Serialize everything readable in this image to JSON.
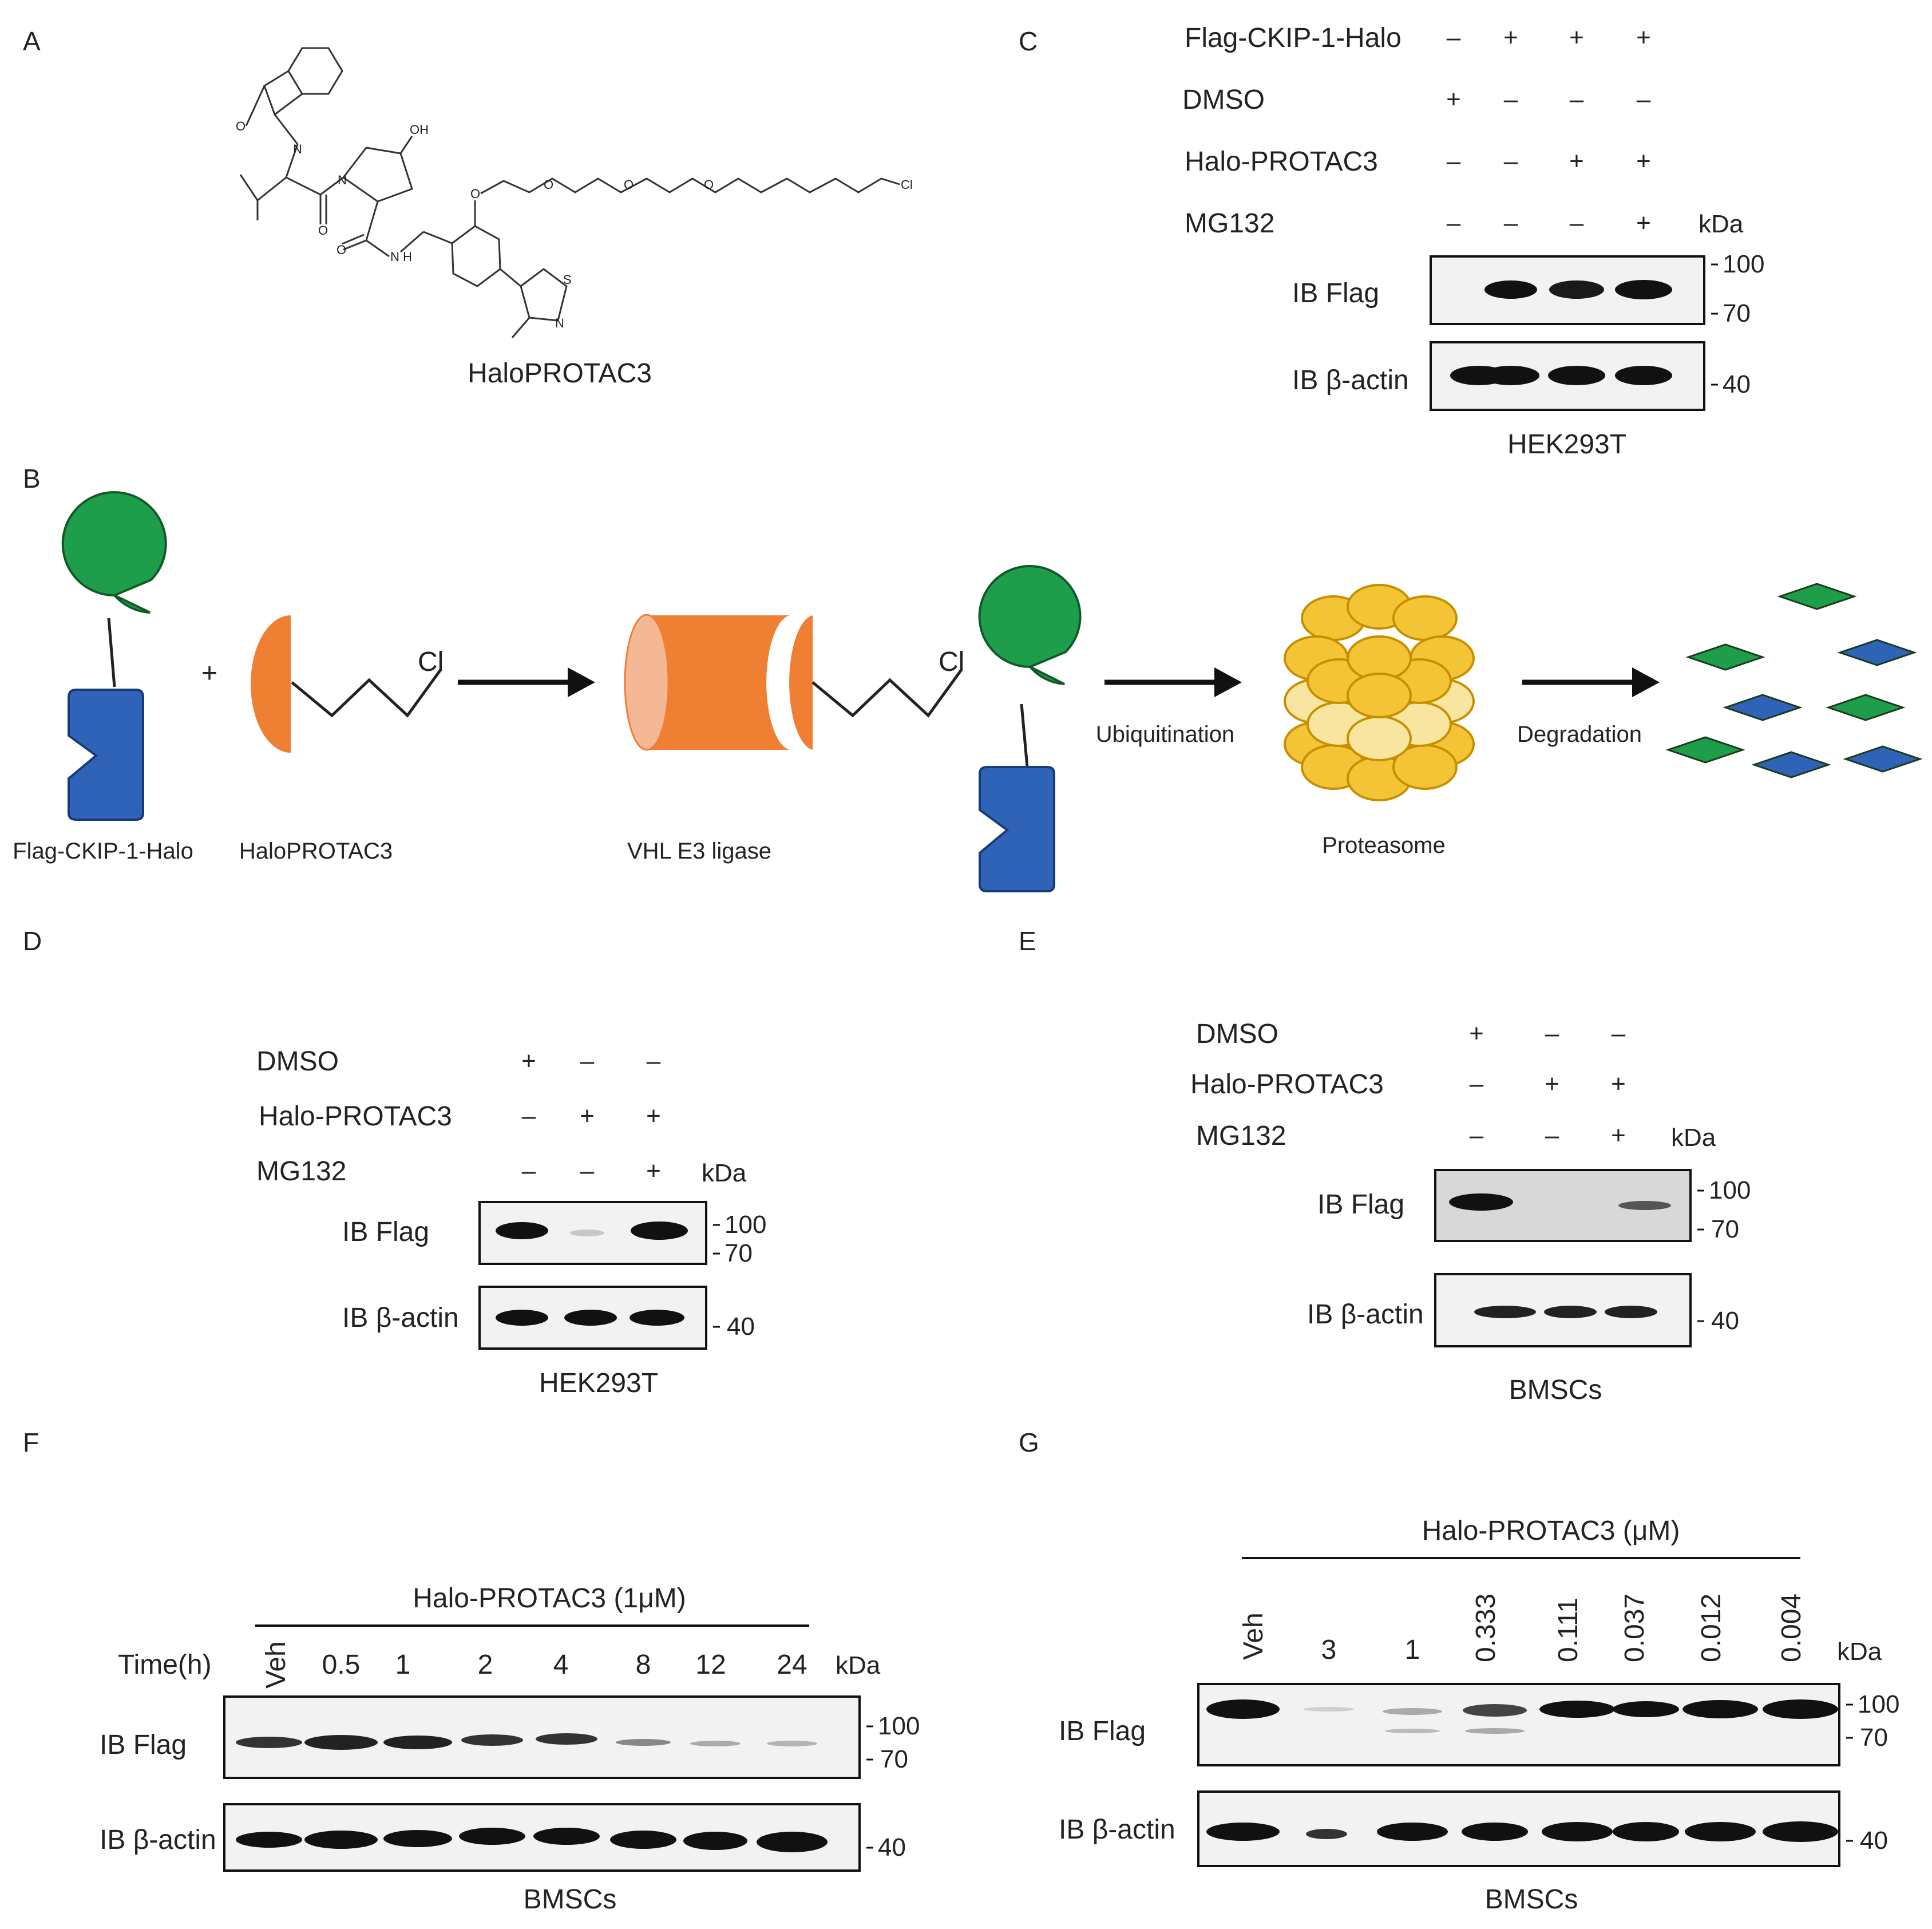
{
  "panels": {
    "A": {
      "letter": "A",
      "compound": "HaloPROTAC3",
      "atoms": {
        "o1": "O",
        "n1": "N",
        "oh": "OH",
        "o2": "O",
        "o3": "O",
        "nh": "N\nH",
        "o4": "O",
        "o5": "O",
        "o6": "O",
        "o7": "O",
        "s": "S",
        "n2": "N",
        "cl": "Cl"
      }
    },
    "B": {
      "letter": "B",
      "plus": "+",
      "labels": [
        "Flag-CKIP-1-Halo",
        "HaloPROTAC3",
        "VHL E3 ligase",
        "Proteasome"
      ],
      "cl_left": "Cl",
      "cl_right": "Cl",
      "arrows": [
        "Ubiquitination",
        "Degradation"
      ],
      "colors": {
        "green": "#1e9e4a",
        "blue": "#2f63b8",
        "orange": "#ef7f32",
        "yellow": "#f3c436"
      }
    },
    "C": {
      "letter": "C",
      "rows": [
        {
          "label": "Flag-CKIP-1-Halo",
          "signs": [
            "–",
            "+",
            "+",
            "+"
          ]
        },
        {
          "label": "DMSO",
          "signs": [
            "+",
            "–",
            "–",
            "–"
          ]
        },
        {
          "label": "Halo-PROTAC3",
          "signs": [
            "–",
            "–",
            "+",
            "+"
          ]
        },
        {
          "label": "MG132",
          "signs": [
            "–",
            "–",
            "–",
            "+"
          ]
        }
      ],
      "kda": "kDa",
      "blots": [
        {
          "label": "IB  Flag",
          "markers": [
            "100",
            "70"
          ]
        },
        {
          "label": "IB  β-actin",
          "markers": [
            "40"
          ]
        }
      ],
      "cell_line": "HEK293T"
    },
    "D": {
      "letter": "D",
      "rows": [
        {
          "label": "DMSO",
          "signs": [
            "+",
            "–",
            "–"
          ]
        },
        {
          "label": "Halo-PROTAC3",
          "signs": [
            "–",
            "+",
            "+"
          ]
        },
        {
          "label": "MG132",
          "signs": [
            "–",
            "–",
            "+"
          ]
        }
      ],
      "kda": "kDa",
      "blots": [
        {
          "label": "IB  Flag",
          "markers": [
            "100",
            "70"
          ]
        },
        {
          "label": "IB  β-actin",
          "markers": [
            "40"
          ]
        }
      ],
      "cell_line": "HEK293T"
    },
    "E": {
      "letter": "E",
      "rows": [
        {
          "label": "DMSO",
          "signs": [
            "+",
            "–",
            "–"
          ]
        },
        {
          "label": "Halo-PROTAC3",
          "signs": [
            "–",
            "+",
            "+"
          ]
        },
        {
          "label": "MG132",
          "signs": [
            "–",
            "–",
            "+"
          ]
        }
      ],
      "kda": "kDa",
      "blots": [
        {
          "label": "IB  Flag",
          "markers": [
            "100",
            "70"
          ]
        },
        {
          "label": "IB  β-actin",
          "markers": [
            "40"
          ]
        }
      ],
      "cell_line": "BMSCs"
    },
    "F": {
      "letter": "F",
      "header": "Halo-PROTAC3  (1μM)",
      "time_label": "Time(h)",
      "lanes": [
        "Veh",
        "0.5",
        "1",
        "2",
        "4",
        "8",
        "12",
        "24"
      ],
      "kda": "kDa",
      "blots": [
        {
          "label": "IB  Flag",
          "markers": [
            "100",
            "70"
          ]
        },
        {
          "label": "IB  β-actin",
          "markers": [
            "40"
          ]
        }
      ],
      "cell_line": "BMSCs"
    },
    "G": {
      "letter": "G",
      "header": "Halo-PROTAC3  (μM)",
      "lanes": [
        "Veh",
        "3",
        "1",
        "0.333",
        "0.111",
        "0.037",
        "0.012",
        "0.004"
      ],
      "kda": "kDa",
      "blots": [
        {
          "label": "IB  Flag",
          "markers": [
            "100",
            "70"
          ]
        },
        {
          "label": "IB  β-actin",
          "markers": [
            "40"
          ]
        }
      ],
      "cell_line": "BMSCs"
    }
  }
}
